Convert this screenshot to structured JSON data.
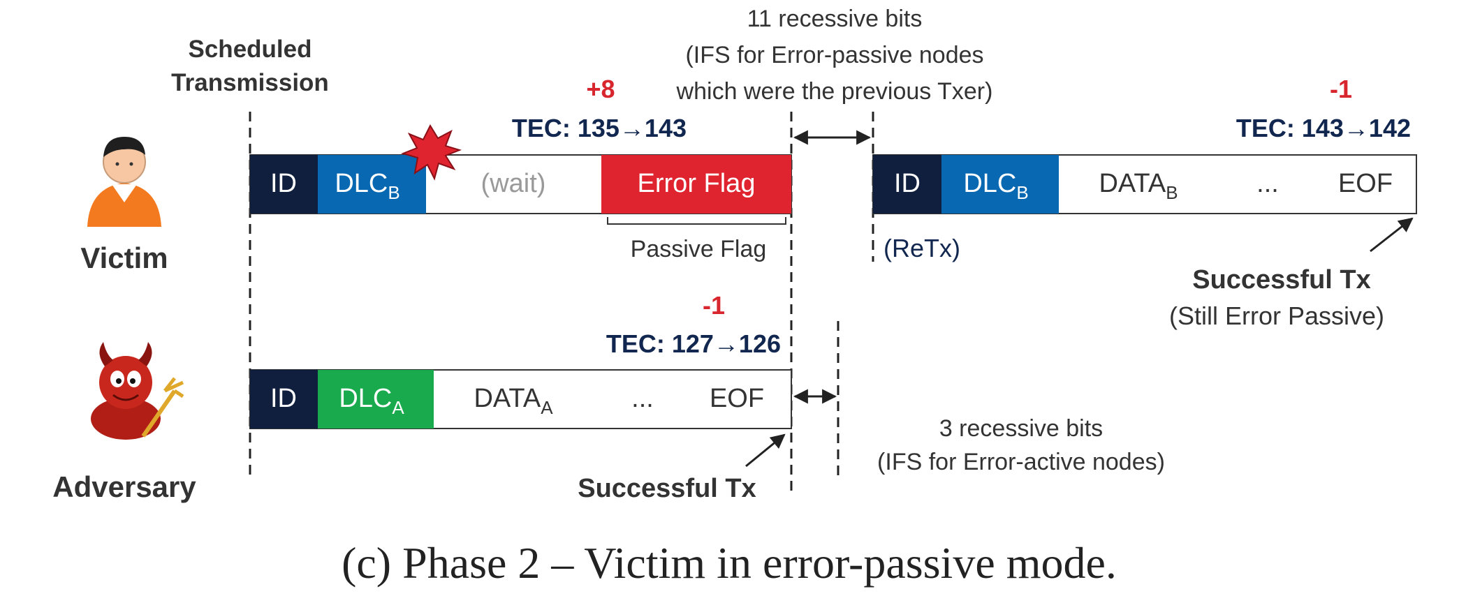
{
  "top_note": {
    "line1": "11 recessive bits",
    "line2": "(IFS for Error-passive nodes",
    "line3": "which were the previous Txer)"
  },
  "scheduled": {
    "line1": "Scheduled",
    "line2": "Transmission"
  },
  "victim": {
    "label": "Victim",
    "frame1": {
      "id": "ID",
      "dlc": "DLC",
      "dlc_sub": "B",
      "wait": "(wait)",
      "error_flag": "Error Flag",
      "passive_flag": "Passive Flag",
      "tec_delta": "+8",
      "tec": "TEC: 135→143"
    },
    "frame2": {
      "id": "ID",
      "dlc": "DLC",
      "dlc_sub": "B",
      "data": "DATA",
      "data_sub": "B",
      "ellipsis": "...",
      "eof": "EOF",
      "retx": "(ReTx)",
      "tec_delta": "-1",
      "tec": "TEC: 143→142",
      "success": "Successful Tx",
      "success_note": "(Still Error Passive)"
    }
  },
  "adversary": {
    "label": "Adversary",
    "frame": {
      "id": "ID",
      "dlc": "DLC",
      "dlc_sub": "A",
      "data": "DATA",
      "data_sub": "A",
      "ellipsis": "...",
      "eof": "EOF",
      "tec_delta": "-1",
      "tec": "TEC: 127→126",
      "success": "Successful Tx"
    },
    "ifs_note": {
      "line1": "3 recessive bits",
      "line2": "(IFS for Error-active nodes)"
    }
  },
  "caption": "(c) Phase 2 – Victim in error-passive mode.",
  "colors": {
    "navy": "#0f1f3d",
    "blue": "#0868b2",
    "red": "#e0242f",
    "green": "#1aaa4e",
    "tec_red": "#d8262e",
    "tec_navy": "#12274f",
    "text": "#333333"
  }
}
